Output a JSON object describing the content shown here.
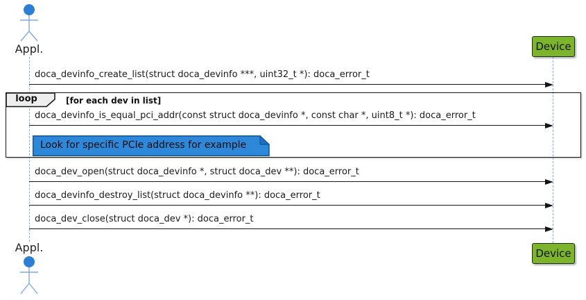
{
  "diagram": {
    "kind": "uml-sequence-diagram",
    "participants": {
      "left_actor": {
        "name": "Appl.",
        "type": "actor"
      },
      "right_box": {
        "name": "Device",
        "type": "participant"
      }
    },
    "messages": [
      {
        "from": "Appl.",
        "to": "Device",
        "text": "doca_devinfo_create_list(struct doca_devinfo ***, uint32_t *): doca_error_t"
      },
      {
        "from": "Appl.",
        "to": "Device",
        "text": "doca_devinfo_is_equal_pci_addr(const struct doca_devinfo *, const char *, uint8_t *): doca_error_t",
        "inside_loop": true
      },
      {
        "from": "Appl.",
        "to": "Device",
        "text": "doca_dev_open(struct doca_devinfo *, struct doca_dev **): doca_error_t"
      },
      {
        "from": "Appl.",
        "to": "Device",
        "text": "doca_devinfo_destroy_list(struct doca_devinfo **): doca_error_t"
      },
      {
        "from": "Appl.",
        "to": "Device",
        "text": "doca_dev_close(struct doca_dev *): doca_error_t"
      }
    ],
    "loop": {
      "operator": "loop",
      "condition": "[for each dev in list]"
    },
    "note": {
      "text": "Look for specific PCIe address for example"
    },
    "colors": {
      "actor_head_blue": "#2d7fd4",
      "actor_line_blue": "#7fa9dc",
      "lifeline_blue": "#7ab2e2",
      "note_fill_blue": "#2e88d9",
      "note_border_blue": "#10569e",
      "participant_green": "#7cb52b",
      "frame_border": "#121212",
      "arrow_black": "#141414",
      "loop_tab_fill": "#eeeeee"
    }
  }
}
